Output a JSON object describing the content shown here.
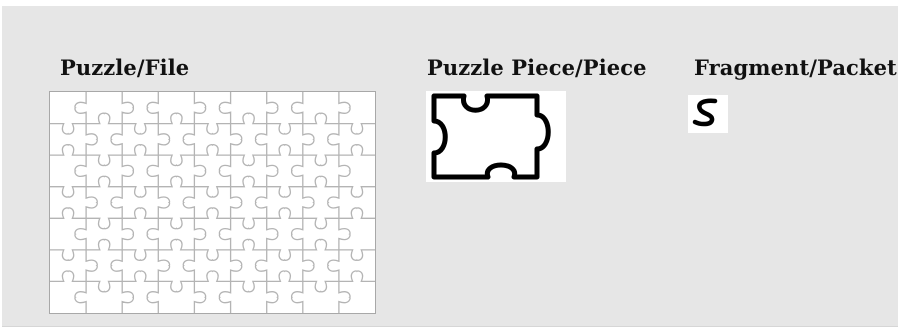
{
  "labels": {
    "puzzle": "Puzzle/File",
    "piece": "Puzzle Piece/Piece",
    "fragment": "Fragment/Packet"
  },
  "grid": {
    "columns": 9,
    "rows": 7
  },
  "colors": {
    "panel": "#e6e6e6",
    "grid_line": "#b4b4b4",
    "piece_outline": "#000000"
  }
}
